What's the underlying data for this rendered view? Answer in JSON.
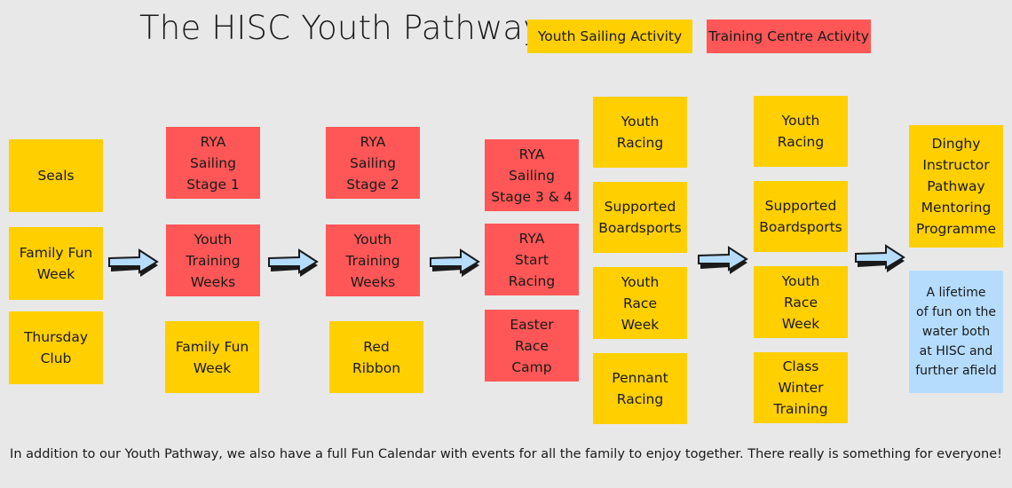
{
  "title": "The HISC Youth Pathway",
  "legend": [
    {
      "label": "Youth Sailing Activity",
      "color": "#ffcf00"
    },
    {
      "label": "Training Centre Activity",
      "color": "#ff5757"
    }
  ],
  "columns": [
    [
      {
        "text": "Seals",
        "type": "yellow"
      },
      {
        "text": "Family Fun\nWeek",
        "type": "yellow"
      },
      {
        "text": "Thursday\nClub",
        "type": "yellow"
      }
    ],
    [
      {
        "text": "RYA\nSailing\nStage 1",
        "type": "red"
      },
      {
        "text": "Youth\nTraining\nWeeks",
        "type": "red"
      },
      {
        "text": "Family Fun\nWeek",
        "type": "yellow"
      }
    ],
    [
      {
        "text": "RYA\nSailing\nStage 2",
        "type": "red"
      },
      {
        "text": "Youth\nTraining\nWeeks",
        "type": "red"
      },
      {
        "text": "Red\nRibbon",
        "type": "yellow"
      }
    ],
    [
      {
        "text": "RYA\nSailing\nStage 3 & 4",
        "type": "red"
      },
      {
        "text": "RYA\nStart\nRacing",
        "type": "red"
      },
      {
        "text": "Easter\nRace\nCamp",
        "type": "red"
      }
    ],
    [
      {
        "text": "Youth\nRacing",
        "type": "yellow"
      },
      {
        "text": "Supported\nBoardsports",
        "type": "yellow"
      },
      {
        "text": "Youth\nRace\nWeek",
        "type": "yellow"
      },
      {
        "text": "Pennant\nRacing",
        "type": "yellow"
      }
    ],
    [
      {
        "text": "Youth\nRacing",
        "type": "yellow"
      },
      {
        "text": "Supported\nBoardsports",
        "type": "yellow"
      },
      {
        "text": "Youth\nRace\nWeek",
        "type": "yellow"
      },
      {
        "text": "Class\nWinter\nTraining",
        "type": "yellow"
      }
    ],
    [
      {
        "text": "Dinghy\nInstructor\nPathway\nMentoring\nProgramme",
        "type": "yellow"
      },
      {
        "text": "A lifetime\nof fun on the\nwater both\nat HISC and\nfurther afield",
        "type": "blue"
      }
    ]
  ],
  "colors": {
    "yellow": "#ffcf00",
    "red": "#ff5757",
    "blue": "#b5dcfd",
    "background": "#e8e8e8"
  },
  "footer": "In addition to our Youth Pathway, we also have a full Fun Calendar with events for all the family to enjoy together. There really is something for everyone!"
}
